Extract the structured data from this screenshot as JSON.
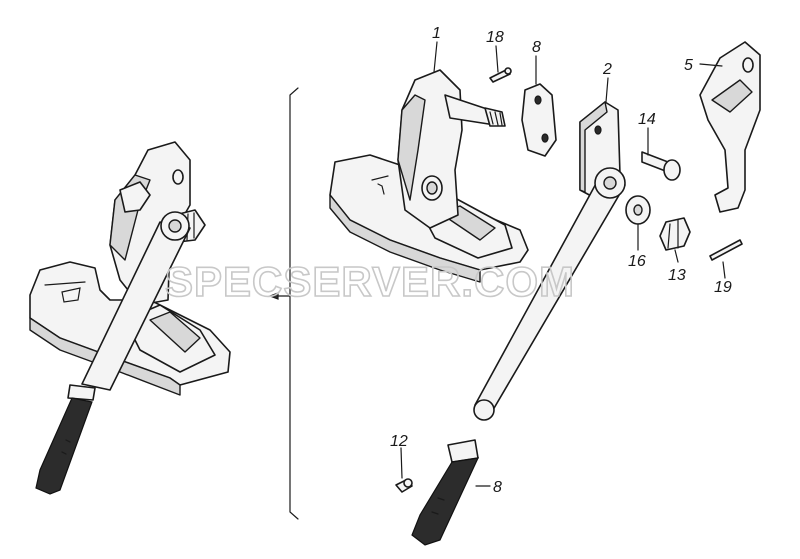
{
  "watermark": "SPECSERVER.COM",
  "callouts": [
    {
      "id": "c1",
      "label": "1"
    },
    {
      "id": "c18",
      "label": "18"
    },
    {
      "id": "c8a",
      "label": "8"
    },
    {
      "id": "c2",
      "label": "2"
    },
    {
      "id": "c5",
      "label": "5"
    },
    {
      "id": "c14",
      "label": "14"
    },
    {
      "id": "c16",
      "label": "16"
    },
    {
      "id": "c13",
      "label": "13"
    },
    {
      "id": "c19",
      "label": "19"
    },
    {
      "id": "c12",
      "label": "12"
    },
    {
      "id": "c8b",
      "label": "8"
    }
  ]
}
